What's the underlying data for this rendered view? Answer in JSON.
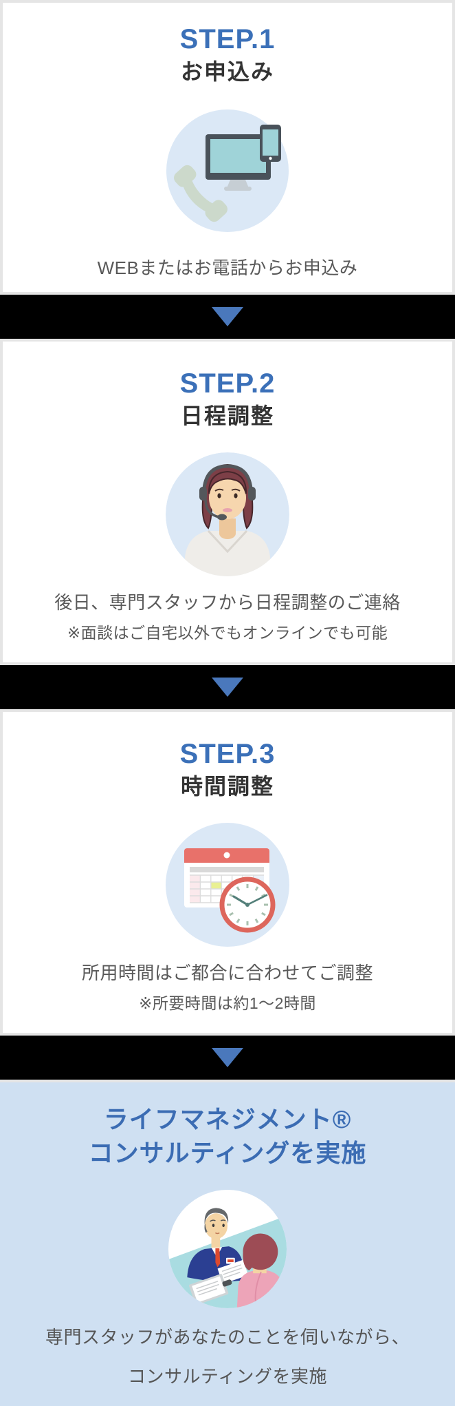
{
  "steps": [
    {
      "label": "STEP.1",
      "title": "お申込み",
      "icon": "devices-phone-icon",
      "description": "WEBまたはお電話からお申込み"
    },
    {
      "label": "STEP.2",
      "title": "日程調整",
      "icon": "operator-icon",
      "description": "後日、専門スタッフから日程調整のご連絡",
      "note": "※面談はご自宅以外でもオンラインでも可能"
    },
    {
      "label": "STEP.3",
      "title": "時間調整",
      "icon": "calendar-clock-icon",
      "description": "所用時間はご都合に合わせてご調整",
      "note": "※所要時間は約1〜2時間"
    }
  ],
  "final": {
    "title_line1": "ライフマネジメント®",
    "title_line2": "コンサルティングを実施",
    "icon": "consultation-icon",
    "description_line1": "専門スタッフがあなたのことを伺いながら、",
    "description_line2": "コンサルティングを実施"
  },
  "colors": {
    "step_label_blue": "#3b70b8",
    "arrow_blue": "#4a78bc",
    "band_black": "#000000",
    "heading_dark": "#333333",
    "body_text": "#595959",
    "icon_circle_bg": "#dbe8f6",
    "final_section_bg": "#cfe0f2",
    "final_title_blue": "#3b6cb3",
    "page_bg": "#e5e5e5",
    "card_bg": "#ffffff"
  }
}
